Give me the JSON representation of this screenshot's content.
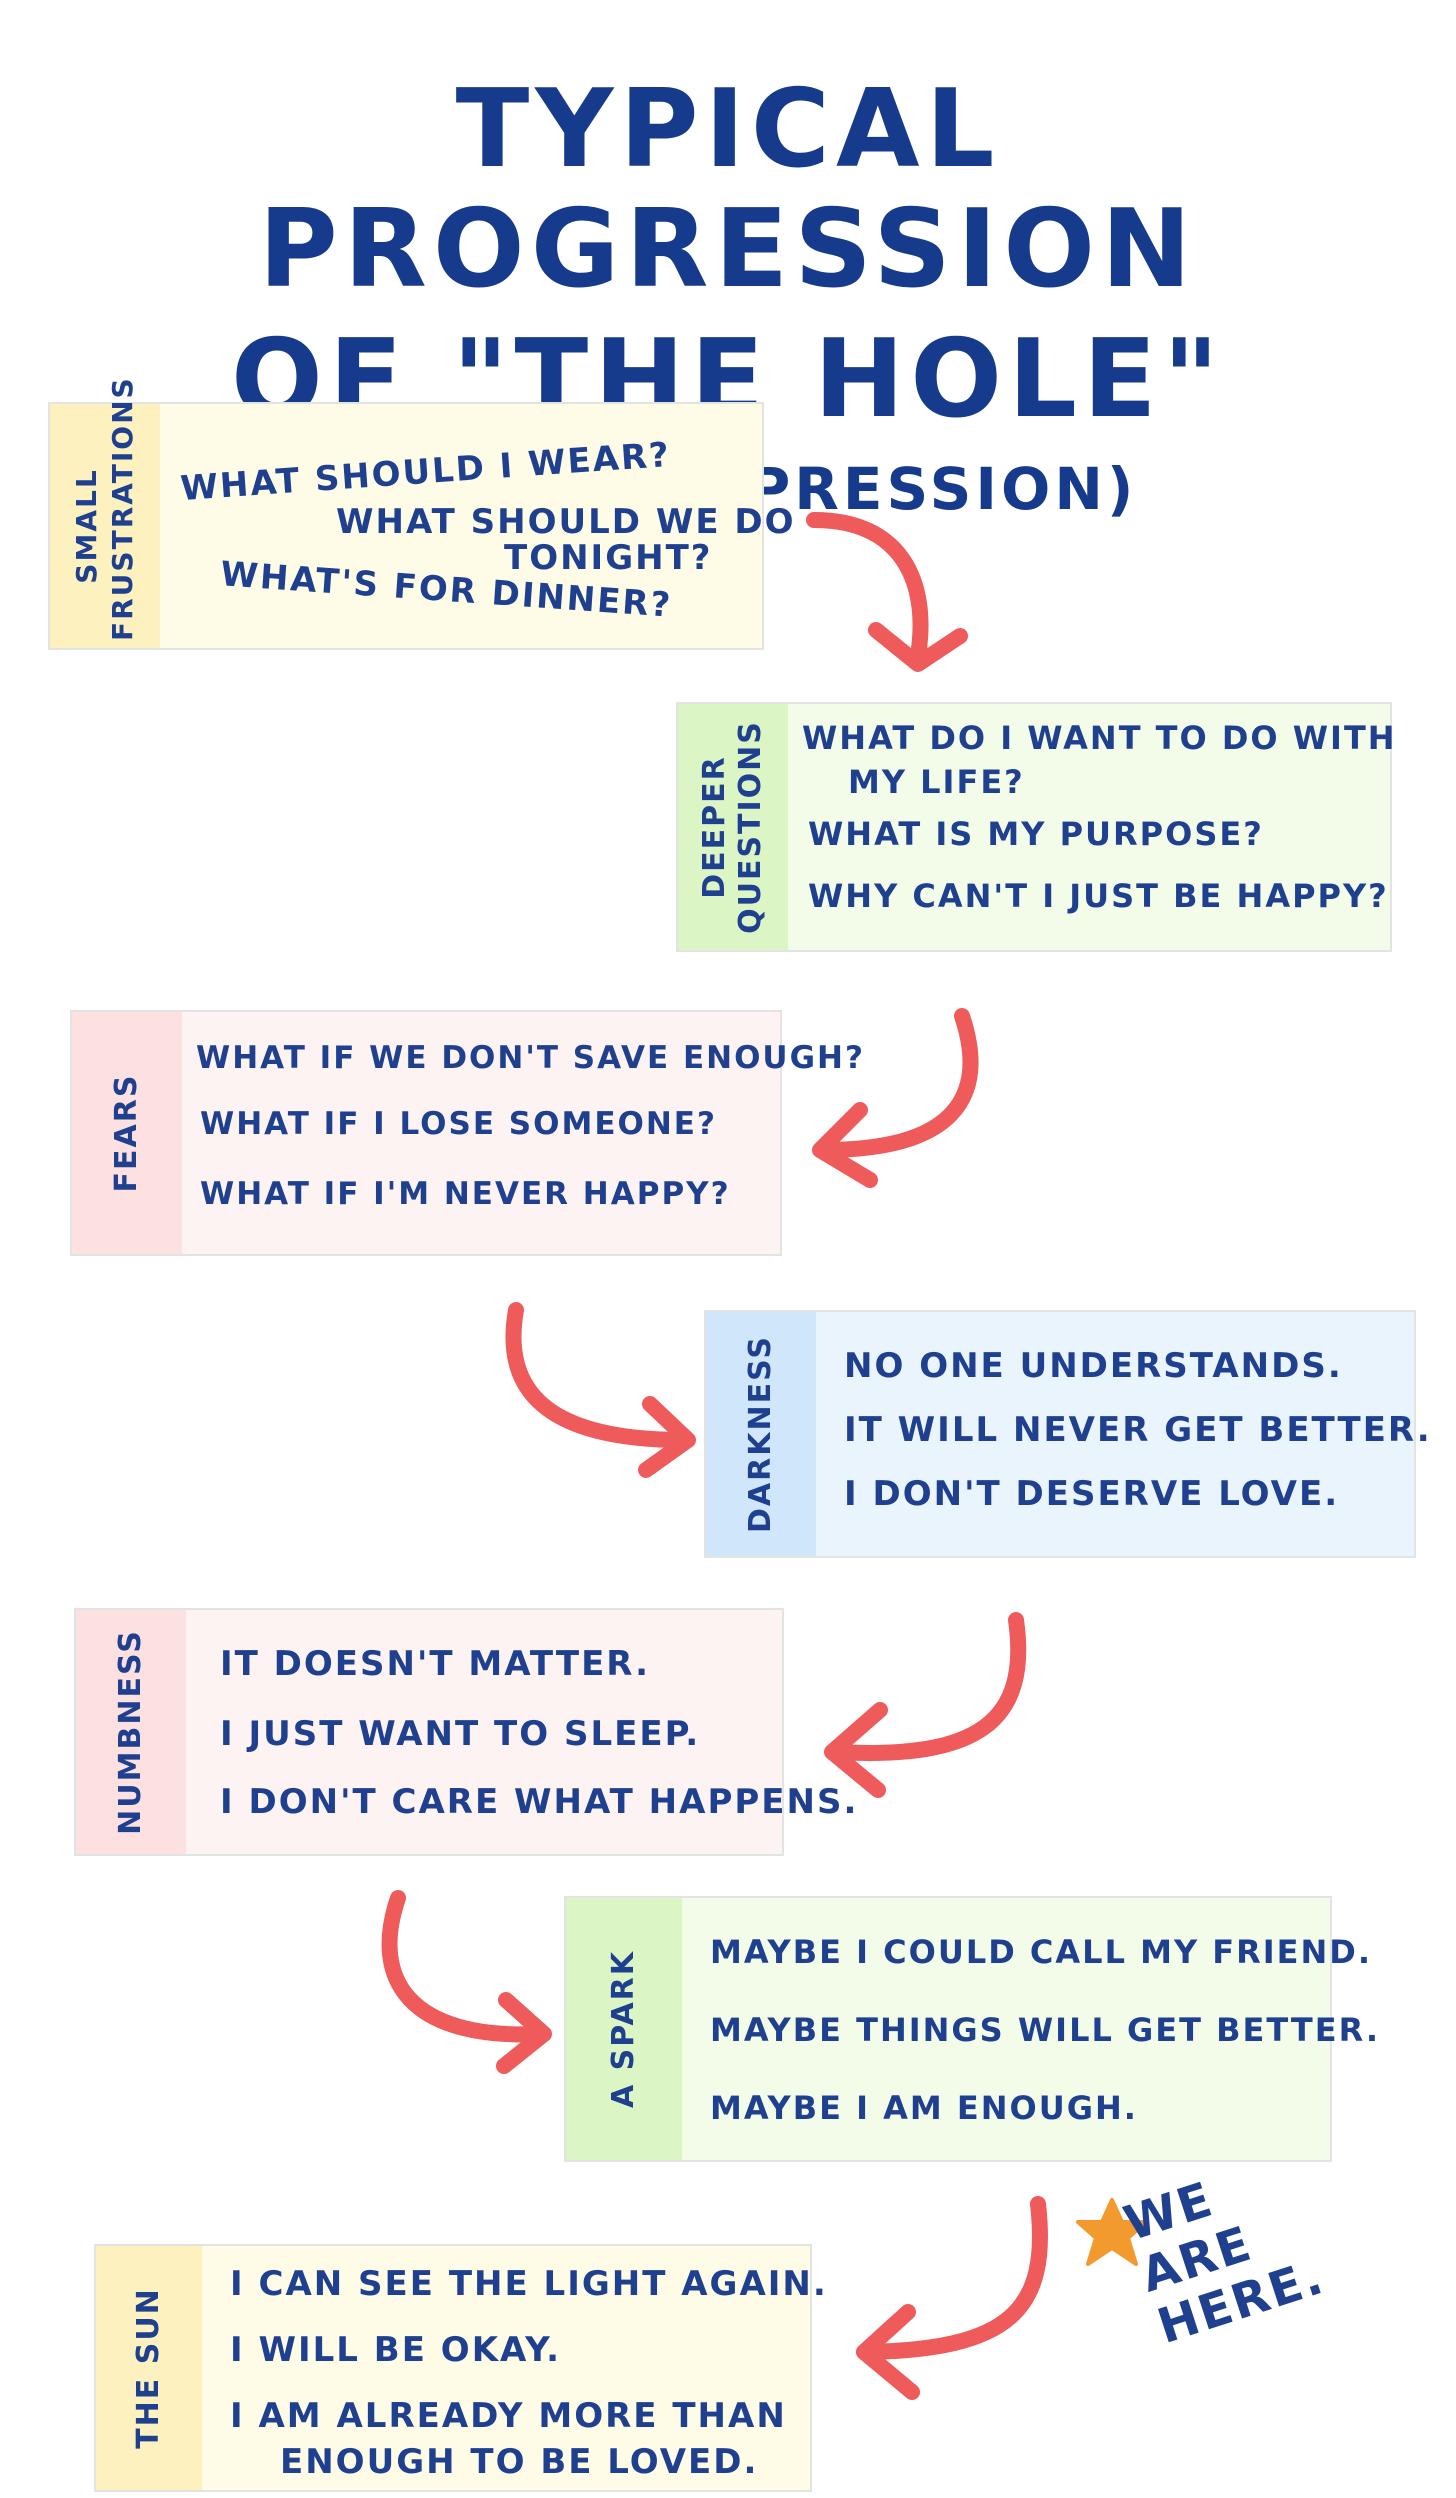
{
  "title": {
    "line1": "TYPICAL PROGRESSION",
    "line2": "OF \"THE HOLE\"",
    "line3": "(AKA MY DEPRESSION)"
  },
  "stages": [
    {
      "label": "SMALL FRUSTRATIONS",
      "lines": [
        "WHAT SHOULD I WEAR?",
        "WHAT SHOULD WE DO",
        "TONIGHT?",
        "WHAT'S FOR DINNER?"
      ]
    },
    {
      "label": "DEEPER QUESTIONS",
      "lines": [
        "WHAT DO I WANT TO DO WITH",
        "MY LIFE?",
        "WHAT IS MY PURPOSE?",
        "WHY CAN'T I JUST BE HAPPY?"
      ]
    },
    {
      "label": "FEARS",
      "lines": [
        "WHAT IF WE DON'T SAVE ENOUGH?",
        "WHAT IF I LOSE SOMEONE?",
        "WHAT IF I'M NEVER HAPPY?"
      ]
    },
    {
      "label": "DARKNESS",
      "lines": [
        "NO ONE UNDERSTANDS.",
        "IT WILL NEVER GET BETTER.",
        "I DON'T DESERVE LOVE."
      ]
    },
    {
      "label": "NUMBNESS",
      "lines": [
        "IT DOESN'T MATTER.",
        "I JUST WANT TO SLEEP.",
        "I DON'T CARE WHAT HAPPENS."
      ]
    },
    {
      "label": "A SPARK",
      "lines": [
        "MAYBE I COULD CALL MY FRIEND.",
        "MAYBE THINGS WILL GET BETTER.",
        "MAYBE I AM ENOUGH."
      ]
    },
    {
      "label": "THE SUN",
      "lines": [
        "I CAN SEE THE LIGHT AGAIN.",
        "I WILL BE OKAY.",
        "I AM ALREADY MORE THAN",
        "ENOUGH TO BE LOVED."
      ]
    }
  ],
  "marker": {
    "text": "WE ARE HERE.",
    "star_icon": "star-icon"
  },
  "colors": {
    "ink": "#1f3f8f",
    "arrow": "#ef5a5a",
    "star": "#f29a2e",
    "yellow": "#fdf1bf",
    "green": "#dcf5c4",
    "pink": "#fde0e0",
    "blue": "#cfe6fb"
  }
}
